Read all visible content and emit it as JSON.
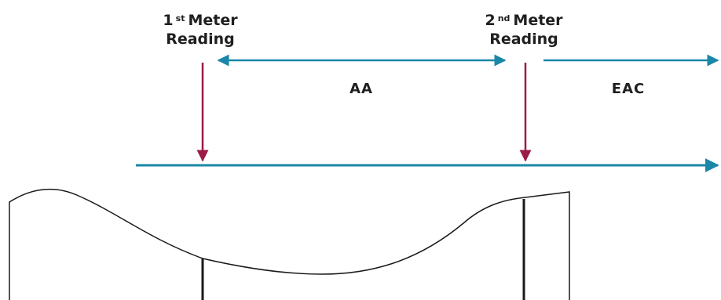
{
  "readings": [
    {
      "number": "1",
      "ordinal_suffix": "st",
      "word": "Meter",
      "line2": "Reading"
    },
    {
      "number": "2",
      "ordinal_suffix": "nd",
      "word": "Meter",
      "line2": "Reading"
    }
  ],
  "periods": {
    "actual": "AA",
    "estimated": "EAC"
  },
  "colors": {
    "timeline": "#1a87a8",
    "meter_arrow": "#9b1c44",
    "curve": "#1a1a1a",
    "text": "#1f1f1f"
  }
}
